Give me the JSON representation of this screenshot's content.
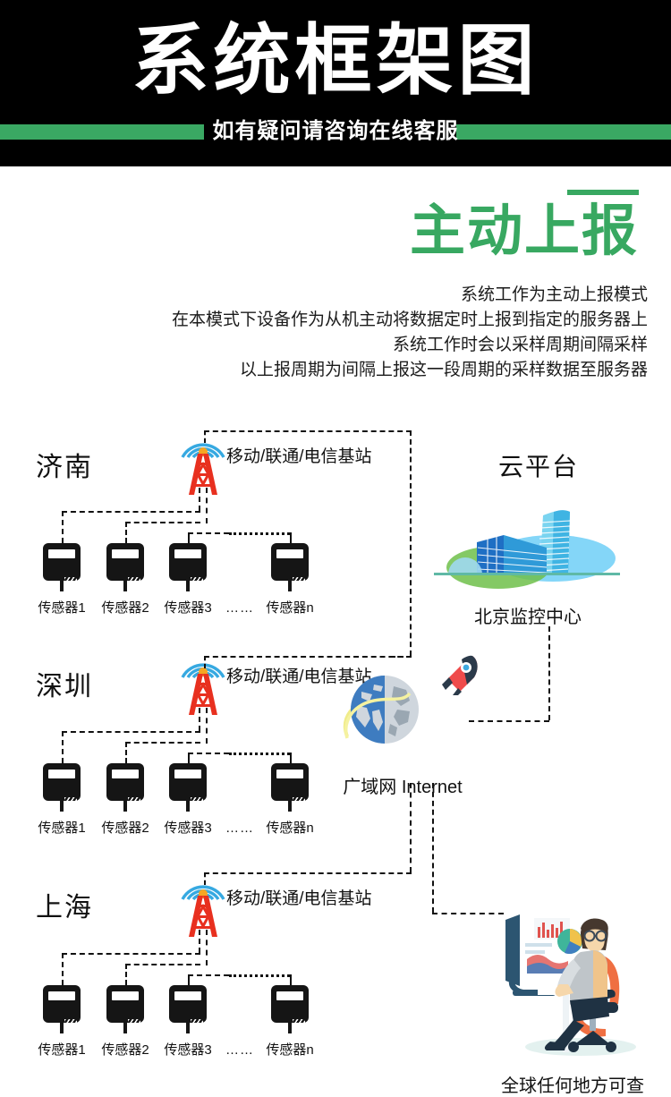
{
  "header": {
    "title": "系统框架图",
    "subtitle": "如有疑问请咨询在线客服",
    "bg_color": "#000000",
    "accent_color": "#3aa863"
  },
  "section": {
    "title": "主动上报",
    "title_color": "#38a861",
    "description_lines": [
      "系统工作为主动上报模式",
      "在本模式下设备作为从机主动将数据定时上报到指定的服务器上",
      "系统工作时会以采样周期间隔采样",
      "以上报周期为间隔上报这一段周期的采样数据至服务器"
    ]
  },
  "diagram": {
    "base_station_label": "移动/联通/电信基站",
    "sensor_labels": [
      "传感器1",
      "传感器2",
      "传感器3",
      "传感器n"
    ],
    "ellipsis": "……",
    "cities": [
      {
        "name": "济南"
      },
      {
        "name": "深圳"
      },
      {
        "name": "上海"
      }
    ],
    "cloud": {
      "title": "云平台",
      "caption": "北京监控中心"
    },
    "internet": {
      "caption": "广域网 Internet"
    },
    "viewer": {
      "caption": "全球任何地方可查"
    }
  }
}
